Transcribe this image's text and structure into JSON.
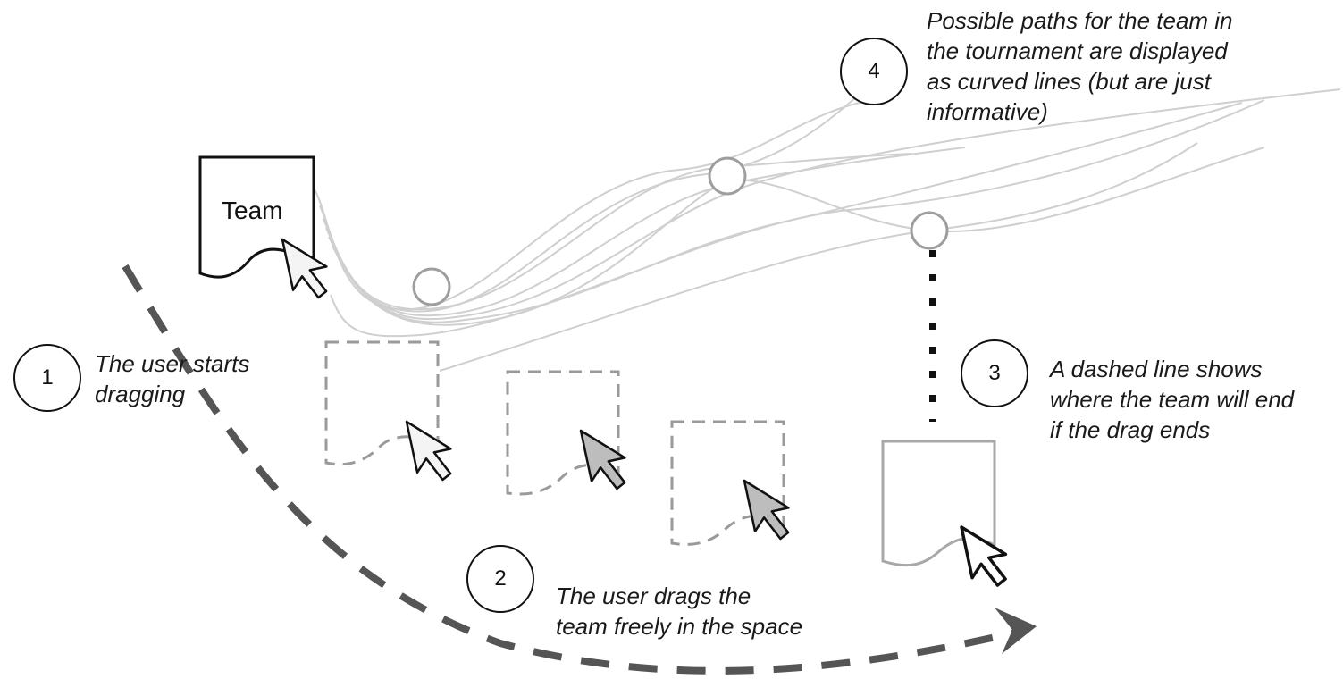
{
  "team_card": {
    "label": "Team"
  },
  "steps": [
    {
      "number": "1",
      "lines": [
        "The user starts",
        "dragging"
      ]
    },
    {
      "number": "2",
      "lines": [
        "The user drags the",
        "team freely in the space"
      ]
    },
    {
      "number": "3",
      "lines": [
        "A dashed line shows",
        "where the team will end",
        "if the drag ends"
      ]
    },
    {
      "number": "4",
      "lines": [
        "Possible paths for the team in",
        "the tournament are displayed",
        "as curved lines (but are just",
        "informative)"
      ]
    }
  ],
  "colors": {
    "path_lines": "#cfcfcf",
    "node_circles": "#9e9e9e",
    "ghost_card": "#9a9a9a",
    "drag_arrow": "#555555",
    "drop_card": "#a8a8a8",
    "ink": "#111111"
  }
}
